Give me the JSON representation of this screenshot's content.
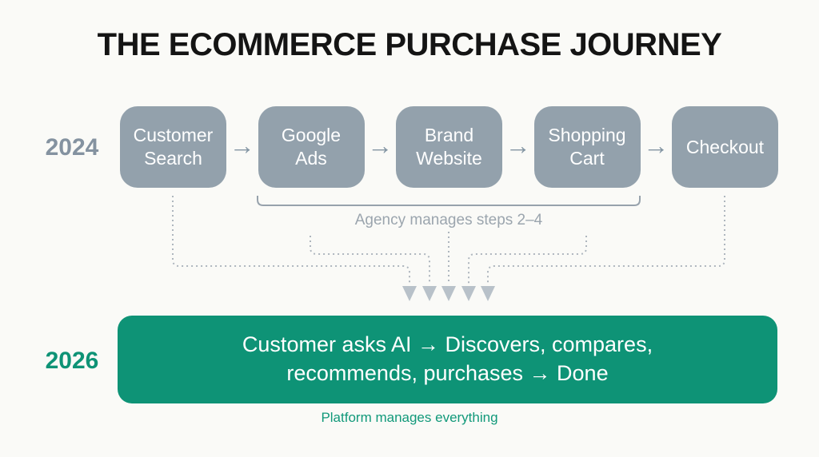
{
  "title": "THE ECOMMERCE PURCHASE JOURNEY",
  "colors": {
    "background": "#FAFAF7",
    "title_text": "#141414",
    "step_box": "#93A1AC",
    "step_text": "#FFFFFF",
    "flow_arrow": "#8395A3",
    "year_2024": "#8492A0",
    "bracket": "#97A2AC",
    "bracket_label_text": "#9BA5AE",
    "dotted_line": "#AEB6BE",
    "drop_arrowhead": "#B8C1C9",
    "accent_green": "#0E9376",
    "caption_green": "#11997A"
  },
  "journey_2024": {
    "year": "2024",
    "steps": [
      "Customer Search",
      "Google Ads",
      "Brand Website",
      "Shopping Cart",
      "Checkout"
    ],
    "flow_arrow": "→",
    "bracket_label": "Agency manages steps 2–4"
  },
  "journey_2026": {
    "year": "2026",
    "message_line1": "Customer asks AI → Discovers, compares,",
    "message_line2": "recommends, purchases → Done",
    "caption": "Platform manages everything"
  }
}
